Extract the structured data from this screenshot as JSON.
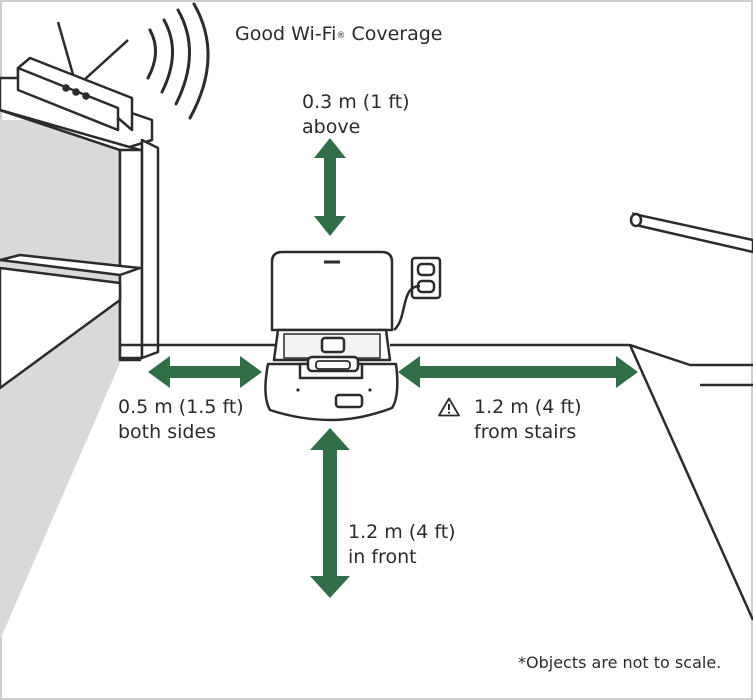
{
  "wifi": {
    "title_main": "Good Wi-Fi",
    "title_mark": "®",
    "title_tail": " Coverage"
  },
  "clearances": {
    "above": {
      "line1": "0.3 m (1 ft)",
      "line2": "above"
    },
    "sides": {
      "line1": "0.5 m (1.5 ft)",
      "line2": "both sides"
    },
    "stairs": {
      "line1": "1.2 m (4 ft)",
      "line2": "from stairs"
    },
    "front": {
      "line1": "1.2 m (4 ft)",
      "line2": "in front"
    }
  },
  "footnote": "*Objects are not to scale.",
  "colors": {
    "arrow": "#2f6e47",
    "ink": "#2b2b2b",
    "shade": "#d9d9d9"
  },
  "icons": {
    "warning": "warning-icon",
    "wifi": "wifi-signal-icon"
  }
}
